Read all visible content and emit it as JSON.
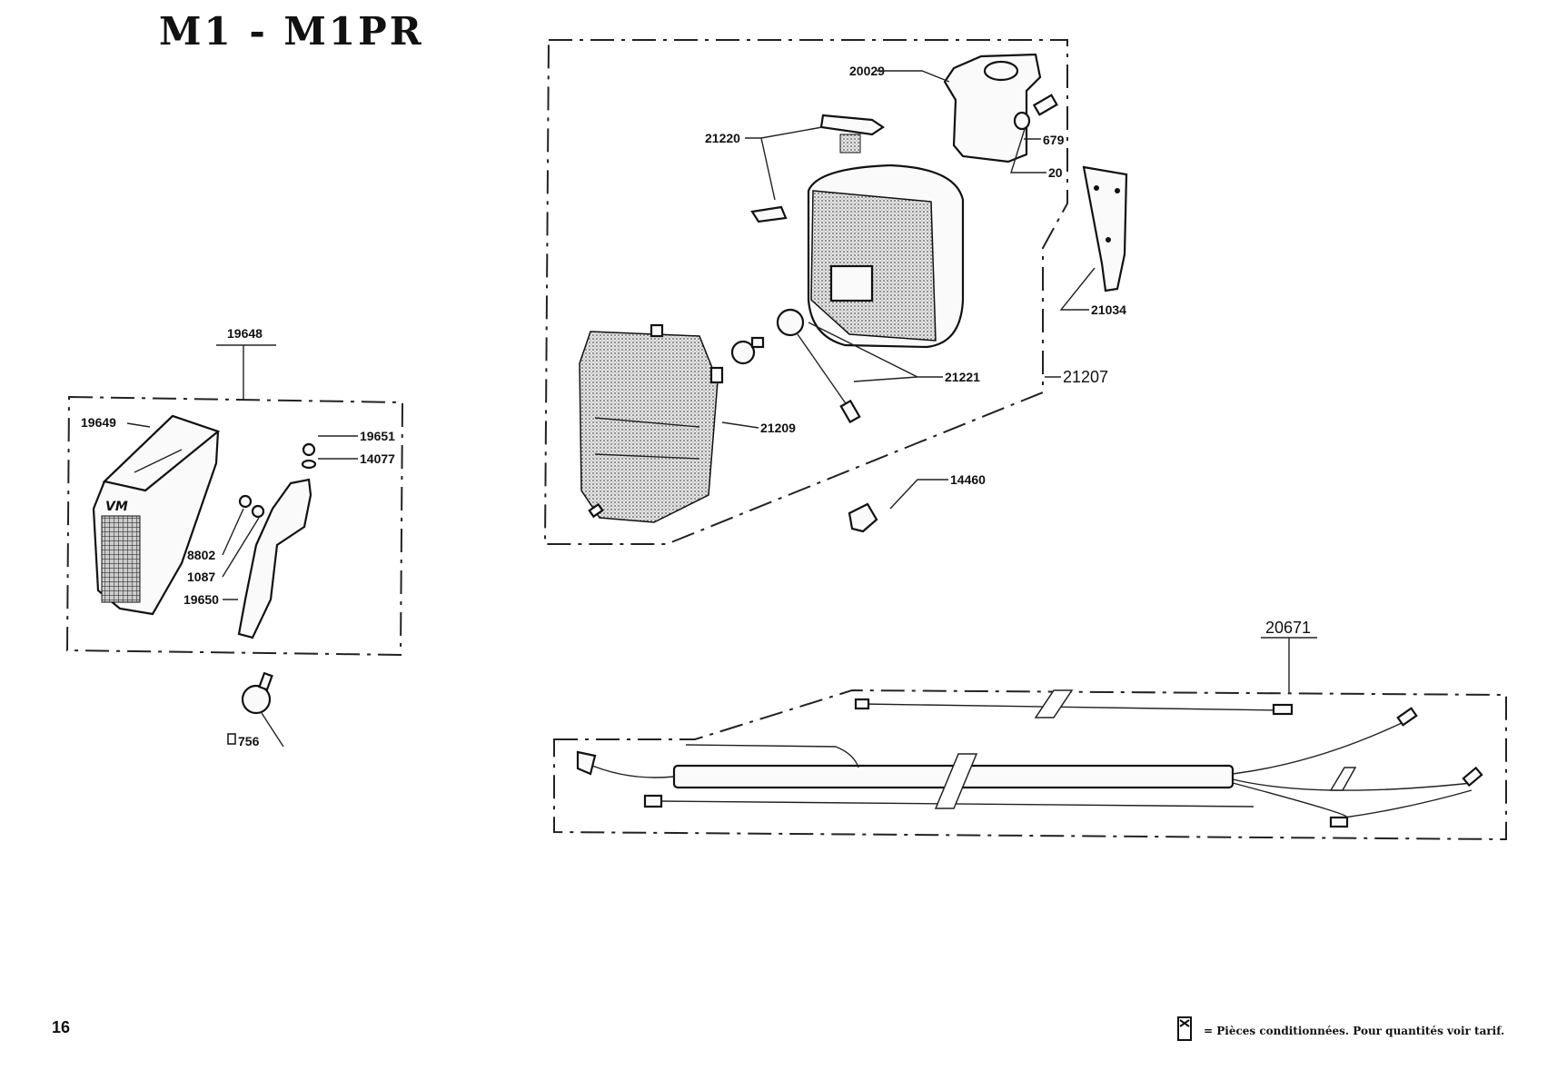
{
  "title": "M1 - M1PR",
  "page_number": "16",
  "footer_note": "= Pièces conditionnées. Pour quantités voir tarif.",
  "footer_icon": "packaged-parts-icon",
  "group_front_light": {
    "assembly": "19648",
    "parts": [
      "19649",
      "19651",
      "14077",
      "8802",
      "1087",
      "19650"
    ],
    "bulb": "756"
  },
  "group_headlight": {
    "assembly": "21207",
    "parts": [
      "20029",
      "21220",
      "679",
      "20",
      "21034",
      "21221",
      "21209",
      "14460"
    ]
  },
  "group_wiring": {
    "assembly": "20671"
  }
}
